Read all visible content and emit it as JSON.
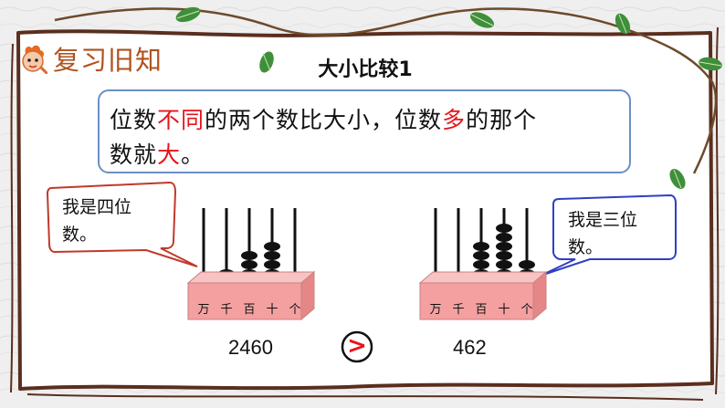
{
  "brand": {
    "title": "复习旧知"
  },
  "slide": {
    "title": "大小比较1"
  },
  "rule": {
    "line1": [
      "位数",
      "不同",
      "的两个数比大小，位数",
      "多",
      "的那个"
    ],
    "line2": [
      "数就",
      "大",
      "。"
    ]
  },
  "left_bubble": {
    "line1": "我是四位",
    "line2": "数。"
  },
  "right_bubble": {
    "line1": "我是三位",
    "line2": "数。"
  },
  "place_values": [
    "万",
    "千",
    "百",
    "十",
    "个"
  ],
  "left_abacus": {
    "beads": [
      0,
      1,
      3,
      4,
      0
    ]
  },
  "right_abacus": {
    "beads": [
      0,
      0,
      4,
      6,
      2
    ]
  },
  "comparison": {
    "left_number": "2460",
    "symbol": ">",
    "right_number": "462"
  },
  "colors": {
    "highlight": "#e6151c",
    "box_border": "#6b8fc4",
    "bubble_left": "#c0392b",
    "bubble_right": "#2f3fc4",
    "abacus_base": "#f4a0a0"
  },
  "icons": [
    "leaf-icon",
    "brand-logo-icon",
    "compare-circle-icon"
  ]
}
